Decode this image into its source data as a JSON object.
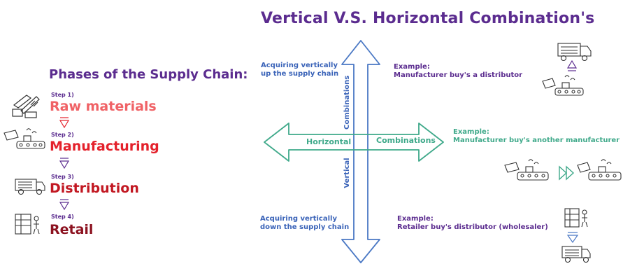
{
  "title": "Vertical V.S. Horizontal Combination's",
  "phases": {
    "heading": "Phases of the Supply Chain:",
    "steps": [
      {
        "step": "Step 1)",
        "name": "Raw materials",
        "color": "#f06266"
      },
      {
        "step": "Step 2)",
        "name": "Manufacturing",
        "color": "#e4212b"
      },
      {
        "step": "Step 3)",
        "name": "Distribution",
        "color": "#c21822"
      },
      {
        "step": "Step 4)",
        "name": "Retail",
        "color": "#8c1220"
      }
    ]
  },
  "axes": {
    "vertical_label": "Vertical",
    "vertical_combinations_label": "Combinations",
    "horizontal_label": "Horizontal",
    "horizontal_combinations_label": "Combinations",
    "vertical_color": "#4a78c4",
    "horizontal_color": "#3fa98a"
  },
  "annotations": {
    "up": [
      "Acquiring vertically",
      "up the supply chain"
    ],
    "down": [
      "Acquiring vertically",
      "down the supply chain"
    ],
    "example_up": [
      "Example:",
      "Manufacturer buy's a distributor"
    ],
    "example_horizontal": [
      "Example:",
      "Manufacturer buy's another manufacturer"
    ],
    "example_down": [
      "Example:",
      "Retailer buy's distributor (wholesaler)"
    ]
  },
  "icons": [
    "tools-icon",
    "conveyor-icon",
    "truck-icon",
    "store-icon",
    "arrow-down-icon",
    "arrow-up-icon",
    "fast-forward-icon"
  ]
}
